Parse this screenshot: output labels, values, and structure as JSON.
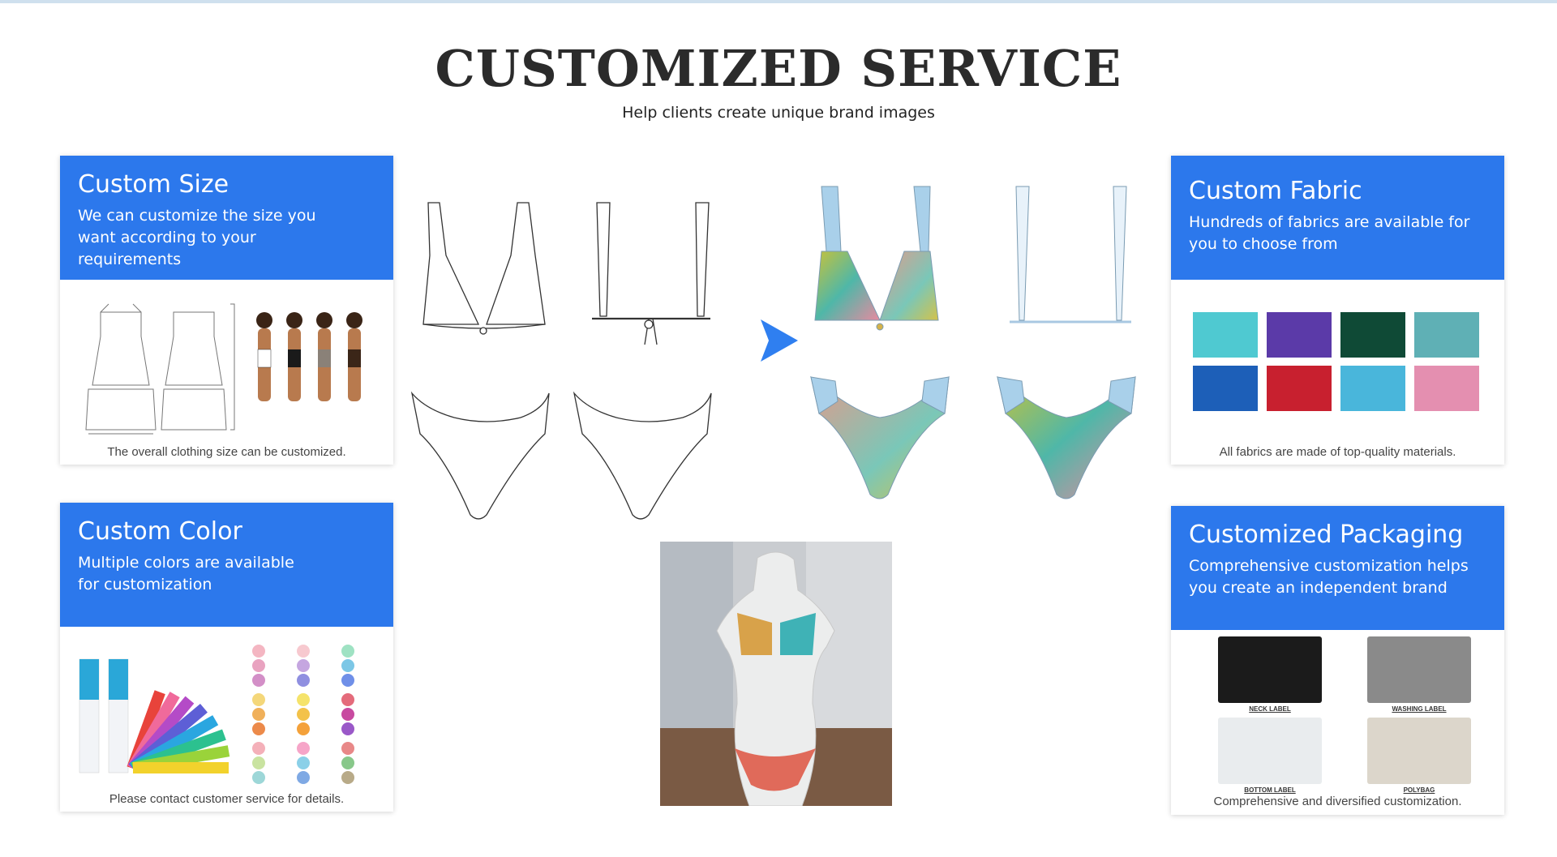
{
  "header": {
    "title": "CUSTOMIZED SERVICE",
    "subtitle": "Help clients create unique brand images"
  },
  "cards": {
    "size": {
      "title": "Custom Size",
      "description": "We can customize the size you want according to your requirements",
      "caption": "The overall clothing size can be customized."
    },
    "color": {
      "title": "Custom Color",
      "description": "Multiple colors are available for customization",
      "caption": "Please contact customer service for details."
    },
    "fabric": {
      "title": "Custom Fabric",
      "description": "Hundreds of fabrics are available for you to choose from",
      "caption": "All fabrics are made of top-quality materials.",
      "swatches": [
        "#4fc9d1",
        "#5b3aa8",
        "#0f4a36",
        "#5fb0b5",
        "#1d5fb8",
        "#c8202f",
        "#49b6db",
        "#e48fb0"
      ]
    },
    "packaging": {
      "title": "Customized Packaging",
      "description": "Comprehensive customization helps you create an independent brand",
      "caption": "Comprehensive and diversified customization.",
      "labels": [
        "NECK LABEL",
        "WASHING LABEL",
        "BOTTOM LABEL",
        "POLYBAG"
      ]
    }
  },
  "colors": {
    "accent_blue": "#2c78ec",
    "arrow_blue": "#2f7ff0"
  }
}
